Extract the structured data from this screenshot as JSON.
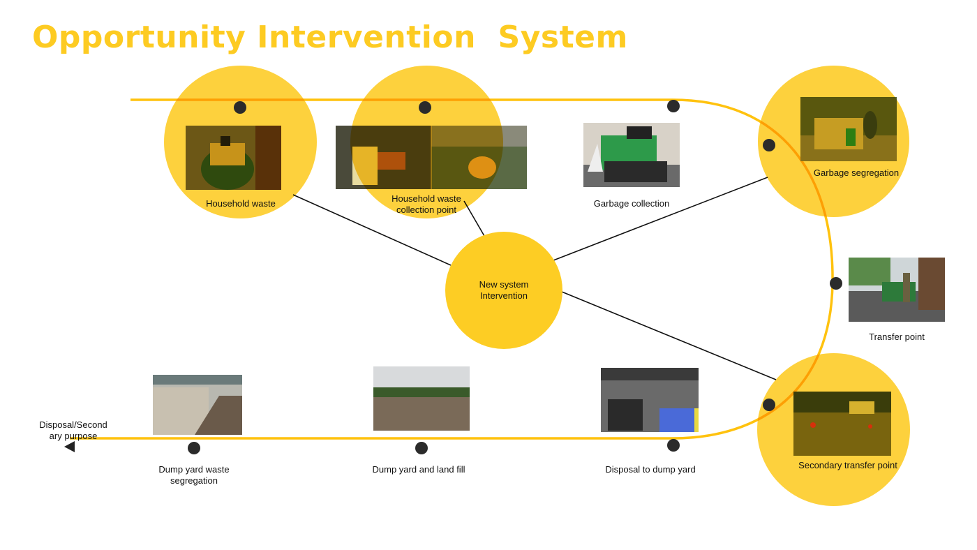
{
  "title": "Opportunity Intervention  System",
  "colors": {
    "accent_yellow": "#FDCB22",
    "track_yellow": "#FFC20E",
    "dot": "#2b2b2b",
    "connector": "#111111"
  },
  "center_node": {
    "label_line1": "New system",
    "label_line2": "Intervention"
  },
  "stages": [
    {
      "id": "household-waste",
      "label": "Household waste",
      "highlighted": true
    },
    {
      "id": "household-waste-collection-point",
      "label_line1": "Household waste",
      "label_line2": "collection point",
      "highlighted": true
    },
    {
      "id": "garbage-collection",
      "label": "Garbage collection",
      "highlighted": false
    },
    {
      "id": "garbage-segregation",
      "label": "Garbage segregation",
      "highlighted": true
    },
    {
      "id": "transfer-point",
      "label": "Transfer point",
      "highlighted": false
    },
    {
      "id": "secondary-transfer-point",
      "label": "Secondary transfer point",
      "highlighted": true
    },
    {
      "id": "disposal-to-dump-yard",
      "label": "Disposal to dump yard",
      "highlighted": false
    },
    {
      "id": "dump-yard-and-land-fill",
      "label": "Dump yard and land fill",
      "highlighted": false
    },
    {
      "id": "dump-yard-waste-segregation",
      "label_line1": "Dump yard waste",
      "label_line2": "segregation",
      "highlighted": false
    }
  ],
  "endpoint": {
    "label_line1": "Disposal/Second",
    "label_line2": "ary purpose",
    "icon": "arrow-left-triangle-icon"
  }
}
